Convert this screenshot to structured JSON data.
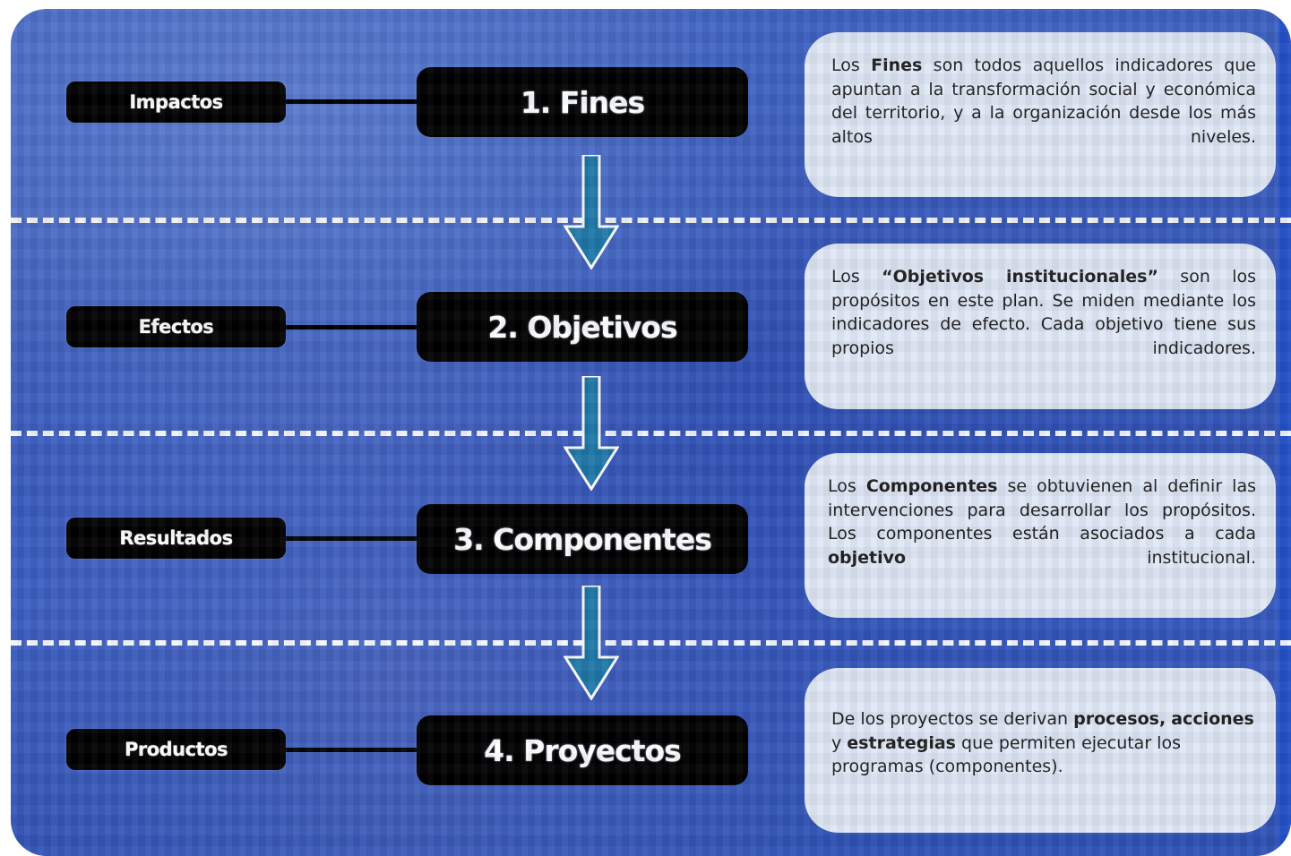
{
  "stages": [
    {
      "label": "Impactos",
      "title": "1. Fines",
      "description": [
        {
          "text": "Los "
        },
        {
          "text": "Fines",
          "bold": true
        },
        {
          "text": " son todos aquellos indicadores que apuntan a la transformación social y económica del territorio, y a la organización desde los más altos niveles."
        }
      ]
    },
    {
      "label": "Efectos",
      "title": "2. Objetivos",
      "description": [
        {
          "text": "Los "
        },
        {
          "text": "“Objetivos institucionales”",
          "bold": true
        },
        {
          "text": " son los propósitos en este plan. Se miden mediante los indicadores de efecto. Cada objetivo tiene sus propios indicadores."
        }
      ]
    },
    {
      "label": "Resultados",
      "title": "3. Componentes",
      "description": [
        {
          "text": "Los "
        },
        {
          "text": "Componentes",
          "bold": true
        },
        {
          "text": " se obtuvienen al definir las intervenciones para desarrollar los propósitos. Los componentes están asociados a cada "
        },
        {
          "text": "objetivo",
          "bold": true
        },
        {
          "text": " institucional."
        }
      ]
    },
    {
      "label": "Productos",
      "title": "4. Proyectos",
      "description": [
        {
          "text": "De los proyectos se derivan "
        },
        {
          "text": "procesos,",
          "bold": true
        },
        {
          "text": " "
        },
        {
          "text": "acciones",
          "bold": true
        },
        {
          "text": " y "
        },
        {
          "text": "estrategias",
          "bold": true
        },
        {
          "text": " que permiten ejecutar los programas (componentes)."
        }
      ]
    }
  ],
  "colors": {
    "background_blue": "#3455b8",
    "pill_black": "#000000",
    "desc_bubble": "#dfe7f6",
    "arrow_fill": "#1f78a8",
    "divider": "#ffffff"
  }
}
